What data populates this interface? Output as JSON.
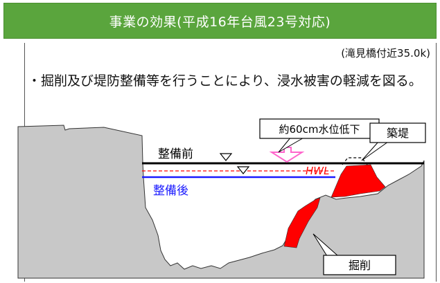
{
  "header": {
    "title": "事業の効果(平成16年台風23号対応)"
  },
  "location_note": "(滝見橋付近35.0k)",
  "description": "・掘削及び堤防整備等を行うことにより、浸水被害の軽減を図る。",
  "diagram": {
    "callout_water_drop": "約60cm水位低下",
    "callout_levee": "築堤",
    "callout_excavation": "掘削",
    "label_before": "整備前",
    "label_after": "整備後",
    "label_hwl": "HWL",
    "colors": {
      "before_line": "#000000",
      "after_line": "#1a1aff",
      "hwl_line": "#ff0000",
      "terrain": "#c8c8c8",
      "red_fill": "#ff0000",
      "arrow": "#ff66cc",
      "title_bar": "#5aa53d"
    }
  }
}
